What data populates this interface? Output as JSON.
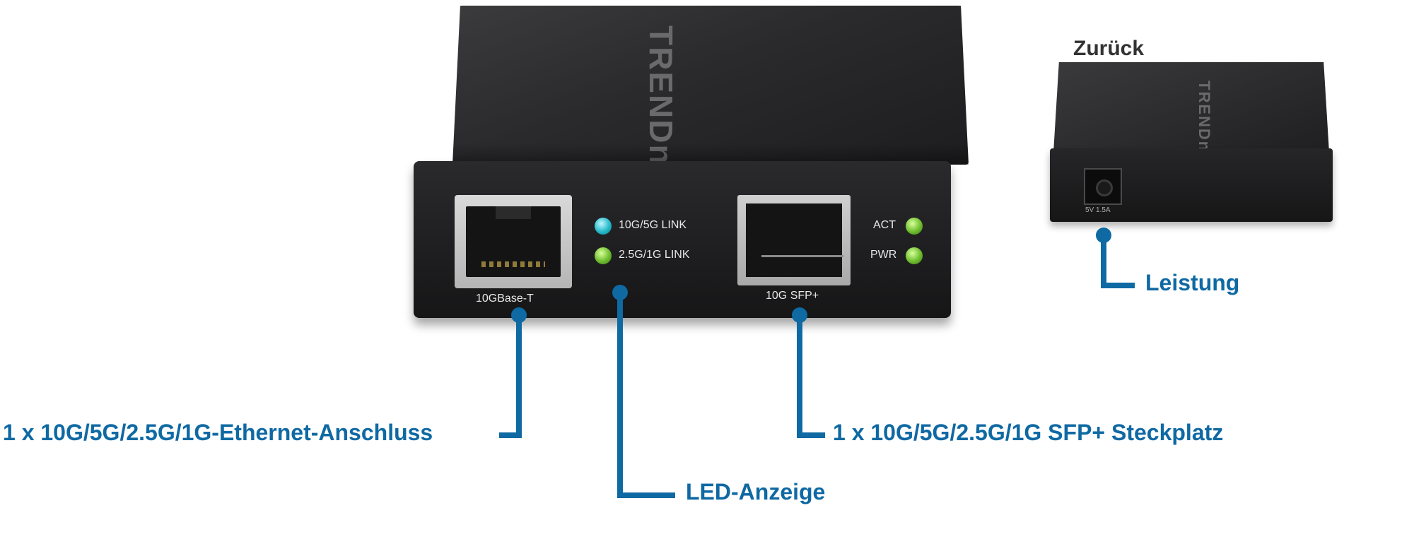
{
  "rear_title": "Zurück",
  "brand": "TRENDnet",
  "ports": {
    "ethernet_label": "10GBase-T",
    "sfp_label": "10G SFP+"
  },
  "leds": {
    "link_10g_5g": "10G/5G LINK",
    "link_2_5g_1g": "2.5G/1G LINK",
    "act": "ACT",
    "pwr": "PWR"
  },
  "rear_power_rating": "5V 1.5A",
  "callouts": {
    "ethernet": "1 x 10G/5G/2.5G/1G-Ethernet-Anschluss",
    "led": "LED-Anzeige",
    "sfp": "1 x 10G/5G/2.5G/1G SFP+ Steckplatz",
    "power": "Leistung"
  },
  "colors": {
    "accent": "#0f69a3",
    "device": "#1e1e20",
    "led_teal": "#25b9c9",
    "led_green": "#6dbd2e"
  }
}
